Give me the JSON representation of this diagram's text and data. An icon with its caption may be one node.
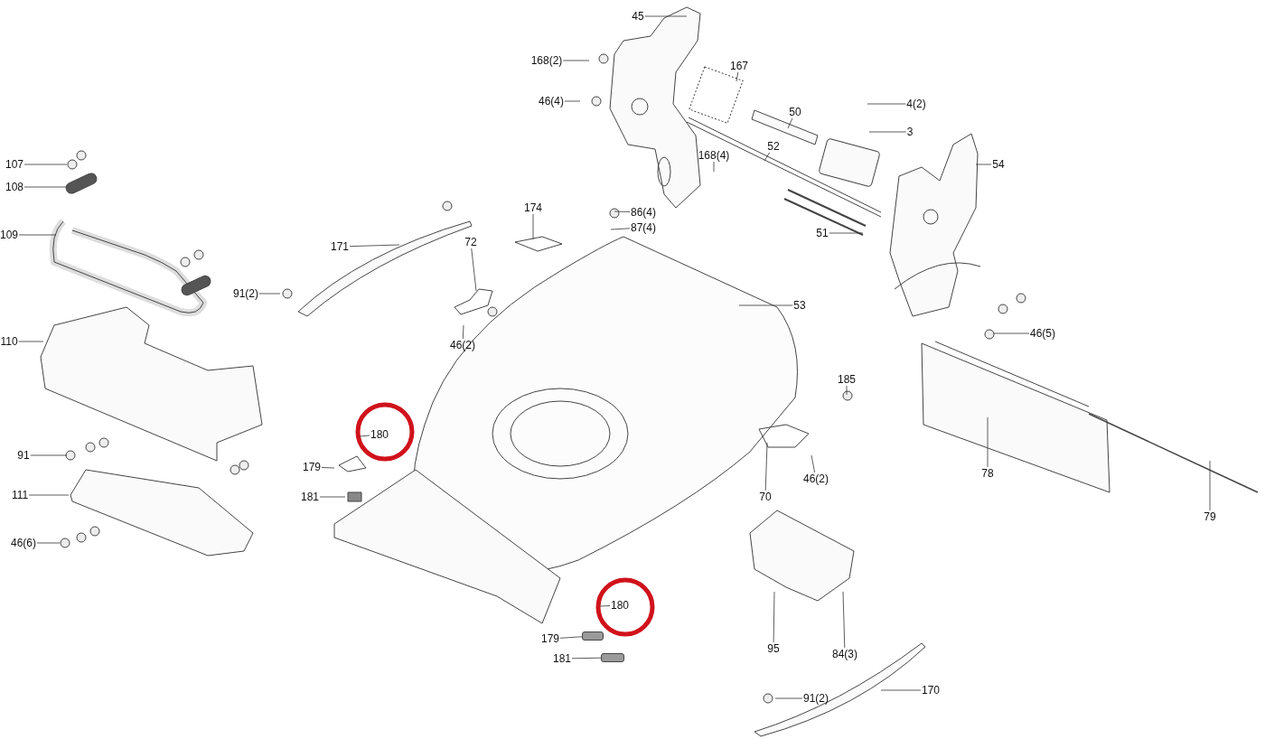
{
  "diagram": {
    "nodes": [
      {
        "text": [
          "45"
        ]
      },
      {
        "text": [
          "168(2)"
        ]
      },
      {
        "text": [
          "46(4)"
        ]
      },
      {
        "text": [
          "167"
        ]
      },
      {
        "text": [
          "50"
        ]
      },
      {
        "text": [
          "4(2)"
        ]
      },
      {
        "text": [
          "3"
        ]
      },
      {
        "text": [
          "52"
        ]
      },
      {
        "text": [
          "168(4)"
        ]
      },
      {
        "text": [
          "54"
        ]
      },
      {
        "text": [
          "86(4)"
        ]
      },
      {
        "text": [
          "87(4)"
        ]
      },
      {
        "text": [
          "174"
        ]
      },
      {
        "text": [
          "51"
        ]
      },
      {
        "text": [
          "107"
        ]
      },
      {
        "text": [
          "108"
        ]
      },
      {
        "text": [
          "109"
        ]
      },
      {
        "text": [
          "171"
        ]
      },
      {
        "text": [
          "72"
        ]
      },
      {
        "text": [
          "91(2)"
        ]
      },
      {
        "text": [
          "53"
        ]
      },
      {
        "text": [
          "46(2)"
        ]
      },
      {
        "text": [
          "110"
        ]
      },
      {
        "text": [
          "46(5)"
        ]
      },
      {
        "text": [
          "185"
        ]
      },
      {
        "text": [
          "180"
        ]
      },
      {
        "text": [
          "91"
        ]
      },
      {
        "text": [
          "78"
        ]
      },
      {
        "text": [
          "179"
        ]
      },
      {
        "text": [
          "46(2)"
        ]
      },
      {
        "text": [
          "111"
        ]
      },
      {
        "text": [
          "181"
        ]
      },
      {
        "text": [
          "79"
        ]
      },
      {
        "text": [
          "70"
        ]
      },
      {
        "text": [
          "46(6)"
        ]
      },
      {
        "text": [
          "180"
        ]
      },
      {
        "text": [
          "95"
        ]
      },
      {
        "text": [
          "179"
        ]
      },
      {
        "text": [
          "84(3)"
        ]
      },
      {
        "text": [
          "181"
        ]
      },
      {
        "text": [
          "91(2)"
        ]
      },
      {
        "text": [
          "170"
        ]
      },
      {
        "text": [],
        "shape": "box"
      },
      {
        "text": [],
        "shape": "box"
      }
    ],
    "edges": [
      {
        "from": 0,
        "to": null,
        "arrow": "none"
      },
      {
        "from": 1,
        "to": null,
        "arrow": "none"
      },
      {
        "from": 2,
        "to": null,
        "arrow": "none"
      },
      {
        "from": 3,
        "to": null,
        "arrow": "none"
      },
      {
        "from": 4,
        "to": null,
        "arrow": "none"
      },
      {
        "from": 5,
        "to": null,
        "arrow": "none"
      },
      {
        "from": 6,
        "to": null,
        "arrow": "none"
      },
      {
        "from": 7,
        "to": null,
        "arrow": "none"
      },
      {
        "from": 8,
        "to": null,
        "arrow": "none"
      },
      {
        "from": 9,
        "to": null,
        "arrow": "none"
      },
      {
        "from": 10,
        "to": null,
        "arrow": "none"
      },
      {
        "from": 11,
        "to": null,
        "arrow": "none"
      },
      {
        "from": 12,
        "to": null,
        "arrow": "none"
      },
      {
        "from": 13,
        "to": null,
        "arrow": "none"
      },
      {
        "from": 14,
        "to": null,
        "arrow": "none"
      },
      {
        "from": 15,
        "to": null,
        "arrow": "none"
      },
      {
        "from": 16,
        "to": null,
        "arrow": "none"
      },
      {
        "from": 17,
        "to": null,
        "arrow": "none"
      },
      {
        "from": 18,
        "to": null,
        "arrow": "none"
      },
      {
        "from": 19,
        "to": null,
        "arrow": "none"
      },
      {
        "from": 20,
        "to": null,
        "arrow": "none"
      },
      {
        "from": 21,
        "to": null,
        "arrow": "none"
      },
      {
        "from": 22,
        "to": null,
        "arrow": "none"
      },
      {
        "from": 23,
        "to": null,
        "arrow": "none"
      },
      {
        "from": 24,
        "to": null,
        "arrow": "none"
      },
      {
        "from": 25,
        "to": null,
        "arrow": "none"
      },
      {
        "from": 26,
        "to": null,
        "arrow": "none"
      },
      {
        "from": 27,
        "to": null,
        "arrow": "none"
      },
      {
        "from": 28,
        "to": null,
        "arrow": "none"
      },
      {
        "from": 29,
        "to": null,
        "arrow": "none"
      },
      {
        "from": 30,
        "to": null,
        "arrow": "none"
      },
      {
        "from": 31,
        "to": null,
        "arrow": "none"
      },
      {
        "from": 32,
        "to": null,
        "arrow": "none"
      },
      {
        "from": 33,
        "to": null,
        "arrow": "none"
      },
      {
        "from": 34,
        "to": null,
        "arrow": "none"
      },
      {
        "from": 35,
        "to": null,
        "arrow": "none"
      },
      {
        "from": 36,
        "to": null,
        "arrow": "none"
      },
      {
        "from": 37,
        "to": 42,
        "arrow": "none"
      },
      {
        "from": 38,
        "to": null,
        "arrow": "none"
      },
      {
        "from": 39,
        "to": 43,
        "arrow": "none"
      },
      {
        "from": 40,
        "to": null,
        "arrow": "none"
      },
      {
        "from": 41,
        "to": null,
        "arrow": "none"
      }
    ]
  }
}
